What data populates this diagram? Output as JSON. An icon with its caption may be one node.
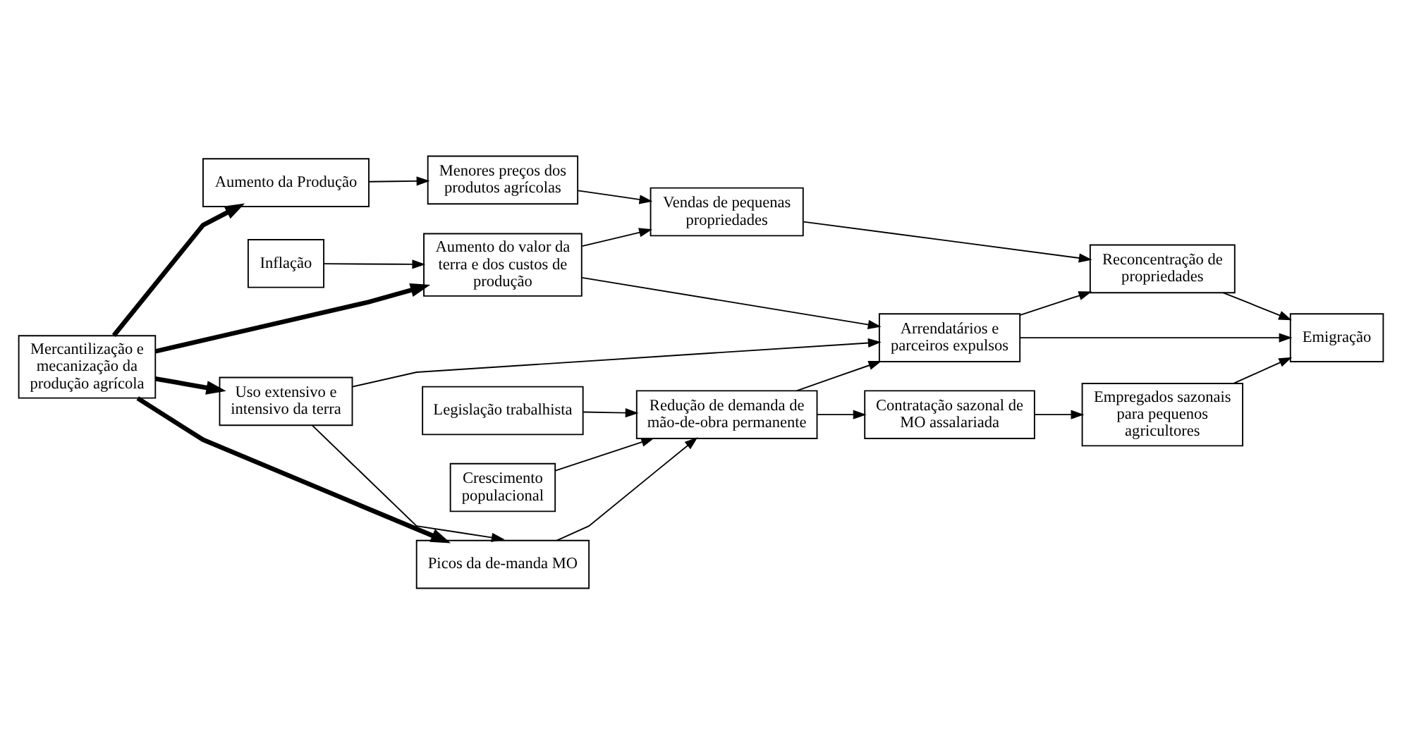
{
  "diagram": {
    "nodes": [
      {
        "text": [
          "Aumento da Produção"
        ]
      },
      {
        "text": [
          "Menores preços dos produtos agrícolas"
        ]
      },
      {
        "text": [
          "Aumento do valor da terra e dos custos de produção"
        ]
      },
      {
        "text": [
          "Vendas de pequenas propriedades"
        ]
      },
      {
        "text": [
          "Reconcentração de propriedades"
        ]
      },
      {
        "text": [
          "Emigração"
        ]
      },
      {
        "text": [
          "Inflação"
        ]
      },
      {
        "text": [
          "Mercantilização e mecanização da produção agrícola"
        ]
      },
      {
        "text": [
          "Arrendatários e parceiros expulsos"
        ]
      },
      {
        "text": [
          "Uso extensivo e intensivo da terra"
        ]
      },
      {
        "text": [
          "Empregados sazonais para pequenos agricultores"
        ]
      },
      {
        "text": [
          "Picos da de-manda MO"
        ]
      },
      {
        "text": [
          "Redução de demanda de mão-de-obra permanente"
        ]
      },
      {
        "text": [
          "Contratação sazonal de MO assalariada"
        ]
      },
      {
        "text": [
          "Crescimento populacional"
        ]
      },
      {
        "text": [
          "Legislação trabalhista"
        ]
      }
    ],
    "edges": [
      {
        "from": 7,
        "to": 0,
        "arrow": "to",
        "style": "thick"
      },
      {
        "from": 7,
        "to": 2,
        "arrow": "to",
        "style": "thick"
      },
      {
        "from": 7,
        "to": 9,
        "arrow": "to",
        "style": "thick"
      },
      {
        "from": 7,
        "to": 11,
        "arrow": "to",
        "style": "thick"
      },
      {
        "from": 0,
        "to": 1,
        "arrow": "to"
      },
      {
        "from": 1,
        "to": 3,
        "arrow": "to"
      },
      {
        "from": 2,
        "to": 3,
        "arrow": "to"
      },
      {
        "from": 2,
        "to": 8,
        "arrow": "to"
      },
      {
        "from": 6,
        "to": 2,
        "arrow": "to"
      },
      {
        "from": 3,
        "to": 4,
        "arrow": "to"
      },
      {
        "from": 4,
        "to": 5,
        "arrow": "to"
      },
      {
        "from": 8,
        "to": 4,
        "arrow": "to"
      },
      {
        "from": 8,
        "to": 5,
        "arrow": "to"
      },
      {
        "from": 10,
        "to": 5,
        "arrow": "to"
      },
      {
        "from": 9,
        "to": 8,
        "arrow": "to"
      },
      {
        "from": 9,
        "to": 11,
        "arrow": "to"
      },
      {
        "from": 11,
        "to": 12,
        "arrow": "to"
      },
      {
        "from": 12,
        "to": 8,
        "arrow": "to"
      },
      {
        "from": 12,
        "to": 13,
        "arrow": "to"
      },
      {
        "from": 13,
        "to": 10,
        "arrow": "to"
      },
      {
        "from": 14,
        "to": 12,
        "arrow": "to"
      },
      {
        "from": 15,
        "to": 12,
        "arrow": "to"
      }
    ]
  }
}
